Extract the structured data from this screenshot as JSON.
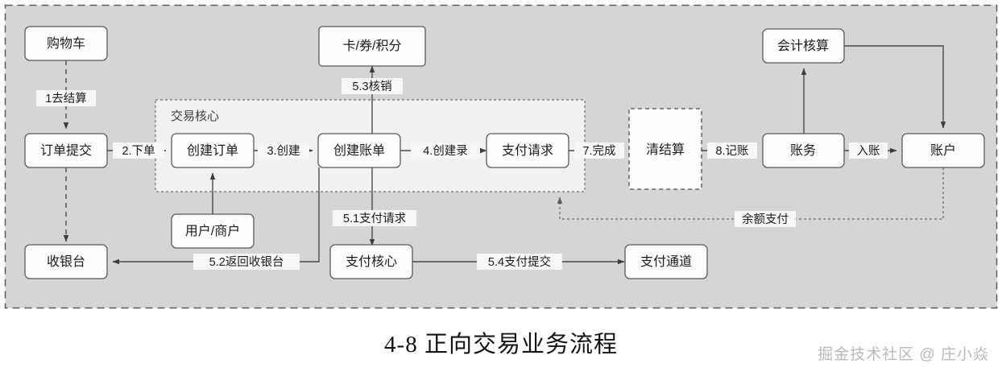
{
  "diagram": {
    "title": "4-8 正向交易业务流程",
    "watermark": "掘金技术社区 @ 庄小焱",
    "colors": {
      "canvas": "#d5d5d5",
      "group": "#f1f1f1",
      "node_fill": "#fdfdfd",
      "stroke": "#4a4a4a",
      "label_bg": "#f7f7f7",
      "watermark": "#b9b9b9"
    },
    "groups": [
      {
        "id": "trade-core",
        "label": "交易核心"
      }
    ],
    "nodes": [
      {
        "id": "cart",
        "label": "购物车",
        "style": "solid"
      },
      {
        "id": "order-submit",
        "label": "订单提交",
        "style": "solid"
      },
      {
        "id": "cashier",
        "label": "收银台",
        "style": "solid"
      },
      {
        "id": "user-merchant",
        "label": "用户/商户",
        "style": "solid"
      },
      {
        "id": "create-order",
        "label": "创建订单",
        "style": "solid"
      },
      {
        "id": "create-bill",
        "label": "创建账单",
        "style": "solid"
      },
      {
        "id": "pay-request",
        "label": "支付请求",
        "style": "solid"
      },
      {
        "id": "card-coupon",
        "label": "卡/券/积分",
        "style": "solid"
      },
      {
        "id": "pay-core",
        "label": "支付核心",
        "style": "solid"
      },
      {
        "id": "pay-channel",
        "label": "支付通道",
        "style": "solid"
      },
      {
        "id": "clearing",
        "label": "清结算",
        "style": "dashed"
      },
      {
        "id": "accounting",
        "label": "会计核算",
        "style": "solid"
      },
      {
        "id": "finance",
        "label": "账务",
        "style": "solid"
      },
      {
        "id": "account",
        "label": "账户",
        "style": "solid"
      }
    ],
    "edges": [
      {
        "id": "e1",
        "from": "cart",
        "to": "order-submit",
        "label": "1去结算",
        "style": "dashed"
      },
      {
        "id": "e2",
        "from": "order-submit",
        "to": "create-order",
        "label": "2.下单",
        "style": "solid"
      },
      {
        "id": "e3",
        "from": "create-order",
        "to": "create-bill",
        "label": "3.创建",
        "style": "solid"
      },
      {
        "id": "e4",
        "from": "create-bill",
        "to": "pay-request",
        "label": "4.创建录",
        "style": "solid"
      },
      {
        "id": "e5",
        "from": "pay-request",
        "to": "clearing",
        "label": "7.完成",
        "style": "solid"
      },
      {
        "id": "e6",
        "from": "clearing",
        "to": "finance",
        "label": "8.记账",
        "style": "solid"
      },
      {
        "id": "e7",
        "from": "finance",
        "to": "account",
        "label": "入账",
        "style": "solid"
      },
      {
        "id": "e8",
        "from": "finance",
        "to": "accounting",
        "label": "",
        "style": "solid"
      },
      {
        "id": "e9",
        "from": "accounting",
        "to": "account",
        "label": "",
        "style": "solid"
      },
      {
        "id": "e10",
        "from": "create-bill",
        "to": "card-coupon",
        "label": "5.3核销",
        "style": "solid"
      },
      {
        "id": "e11",
        "from": "create-bill",
        "to": "pay-core",
        "label": "5.1支付请求",
        "style": "solid"
      },
      {
        "id": "e12",
        "from": "create-bill",
        "to": "cashier",
        "label": "5.2返回收银台",
        "style": "solid"
      },
      {
        "id": "e13",
        "from": "pay-core",
        "to": "pay-channel",
        "label": "5.4支付提交",
        "style": "solid"
      },
      {
        "id": "e14",
        "from": "user-merchant",
        "to": "create-order",
        "label": "",
        "style": "solid"
      },
      {
        "id": "e15",
        "from": "cart",
        "to": "cashier",
        "label": "",
        "style": "dashed"
      },
      {
        "id": "e16",
        "from": "account",
        "to": "pay-request",
        "label": "余额支付",
        "style": "dotted"
      }
    ]
  }
}
